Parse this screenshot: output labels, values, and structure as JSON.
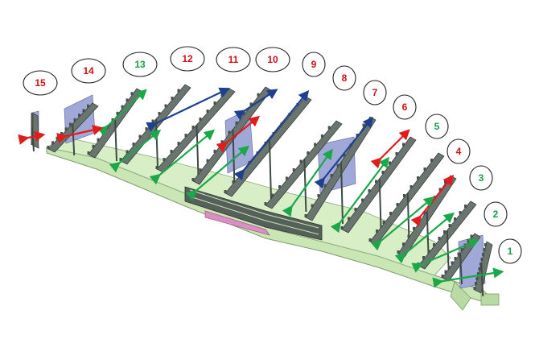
{
  "colors": {
    "base": "#c9e6b4",
    "base_edge": "#7f9a70",
    "dark": "#55605a",
    "panel": "#9fa8d6",
    "pink": "#d98fc0",
    "arrow_green": "#1aa84a",
    "arrow_red": "#e31b1b",
    "arrow_blue": "#1f3f8f",
    "label_green": "#1a9e46",
    "label_red": "#d01010"
  },
  "labels": [
    {
      "text": "1",
      "color": "green"
    },
    {
      "text": "2",
      "color": "green"
    },
    {
      "text": "3",
      "color": "green"
    },
    {
      "text": "4",
      "color": "red"
    },
    {
      "text": "5",
      "color": "green"
    },
    {
      "text": "6",
      "color": "red"
    },
    {
      "text": "7",
      "color": "red"
    },
    {
      "text": "8",
      "color": "red"
    },
    {
      "text": "9",
      "color": "red"
    },
    {
      "text": "10",
      "color": "red"
    },
    {
      "text": "11",
      "color": "red"
    },
    {
      "text": "12",
      "color": "red"
    },
    {
      "text": "13",
      "color": "green"
    },
    {
      "text": "14",
      "color": "red"
    },
    {
      "text": "15",
      "color": "red"
    }
  ]
}
